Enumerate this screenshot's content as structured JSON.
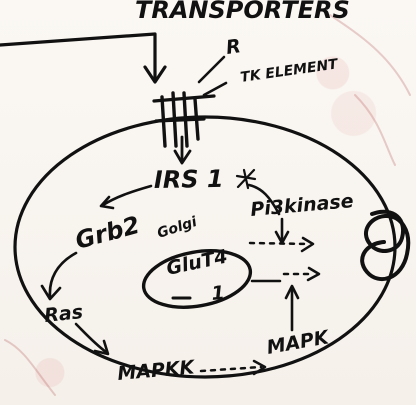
{
  "labels": {
    "top": "TRANSPORTERS",
    "r": "R",
    "tk_element": "TK ELEMENT",
    "irs1": "IRS 1",
    "pi3kinase": "Pi3kinase",
    "grb2": "Grb2",
    "golgi": "Golgi",
    "glut4": "GluT4",
    "one": "1",
    "ras": "Ras",
    "mapkk": "MAPKK",
    "mapk": "MAPK"
  }
}
